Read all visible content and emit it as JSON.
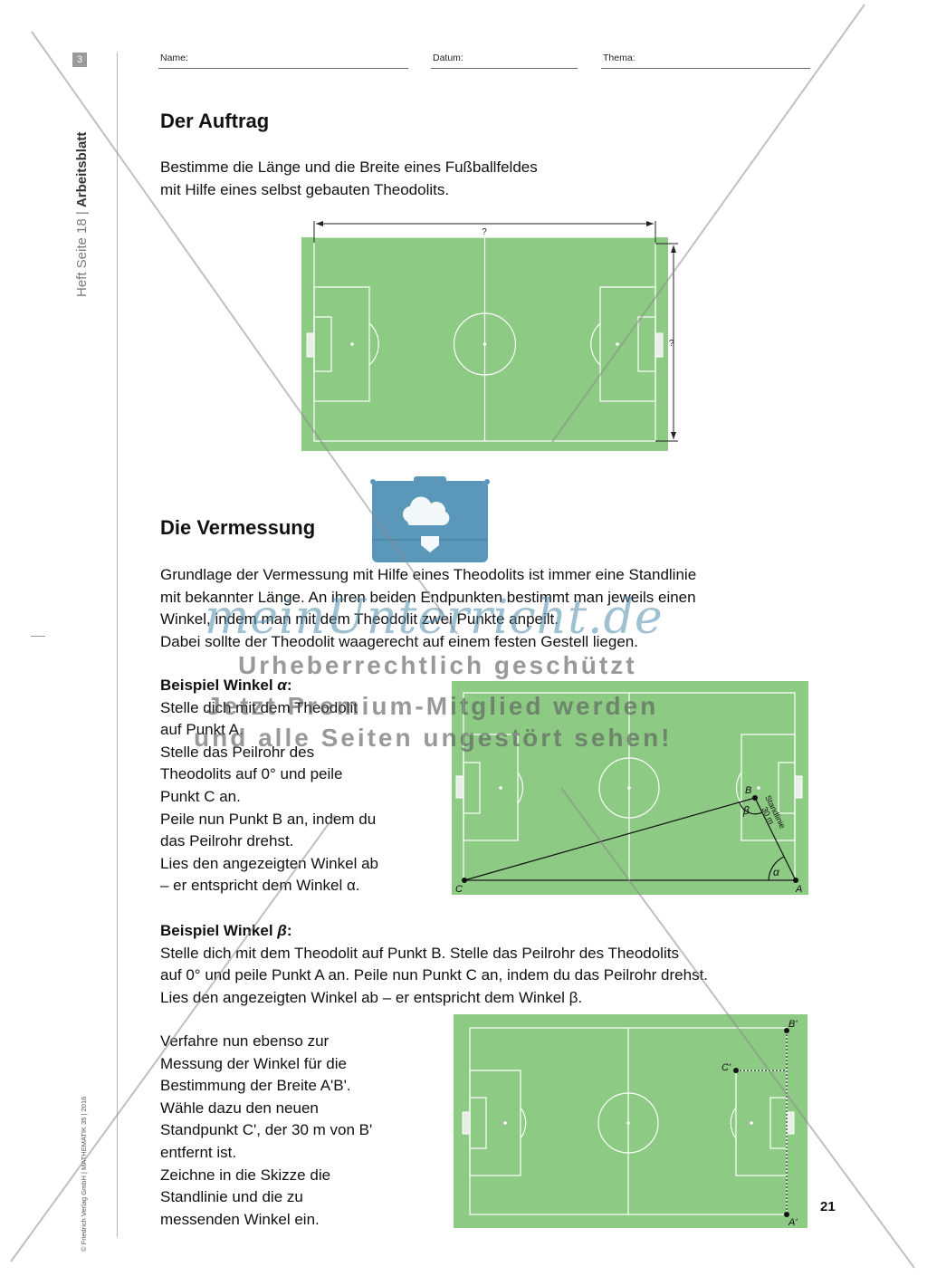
{
  "sidebar": {
    "chapter_number": "3",
    "title_prefix": "Heft Seite 18",
    "title_separator": "|",
    "title_main": "Arbeitsblatt",
    "copyright": "© Friedrich Verlag GmbH | MATHEMATIK 35 | 2016"
  },
  "header": {
    "name_label": "Name:",
    "date_label": "Datum:",
    "topic_label": "Thema:"
  },
  "section1": {
    "title": "Der Auftrag",
    "lines": [
      "Bestimme die Länge und die Breite eines Fußballfeldes",
      "mit Hilfe eines selbst gebauten Theodolits."
    ],
    "length_label": "?",
    "width_label": "?"
  },
  "section2": {
    "title": "Die Vermessung",
    "intro": [
      "Grundlage der Vermessung mit Hilfe eines Theodolits ist immer eine Standlinie",
      "mit bekannter Länge. An ihren beiden Endpunkten bestimmt man jeweils einen",
      "Winkel, indem man mit dem Theodolit zwei Punkte anpeilt.",
      "Dabei sollte der Theodolit waagerecht auf einem festen Gestell liegen."
    ]
  },
  "example_alpha": {
    "heading_text": "Beispiel Winkel ",
    "heading_symbol": "α",
    "heading_colon": ":",
    "lines": [
      "Stelle dich mit dem Theodolit",
      "auf Punkt A.",
      "Stelle das Peilrohr des",
      "Theodolits auf 0° und peile",
      "Punkt C an.",
      "Peile nun Punkt B an, indem du",
      "das Peilrohr drehst.",
      "Lies den angezeigten Winkel ab",
      "– er entspricht dem Winkel α."
    ],
    "diagram": {
      "point_a": "A",
      "point_b": "B",
      "point_c": "C",
      "angle_alpha": "α",
      "angle_beta": "β",
      "baseline_label": "Standlinie",
      "baseline_length": "30 m"
    }
  },
  "example_beta": {
    "heading_text": "Beispiel Winkel ",
    "heading_symbol": "β",
    "heading_colon": ":",
    "lines": [
      "Stelle dich mit dem Theodolit auf Punkt B. Stelle das Peilrohr des Theodolits",
      "auf 0° und peile Punkt A an. Peile nun Punkt C an, indem du das Peilrohr drehst.",
      "Lies den angezeigten Winkel ab – er entspricht dem Winkel β."
    ]
  },
  "task": {
    "lines": [
      "Verfahre nun ebenso zur",
      "Messung der Winkel für die",
      "Bestimmung der Breite A'B'.",
      "Wähle dazu den neuen",
      "Standpunkt C', der 30 m von B'",
      "entfernt ist.",
      "Zeichne in die Skizze die",
      "Standlinie und die zu",
      "messenden Winkel ein."
    ],
    "diagram": {
      "point_a_prime": "A'",
      "point_b_prime": "B'",
      "point_c_prime": "C'"
    }
  },
  "watermark": {
    "brand": "meinUnterricht.de",
    "line1": "Urheberrechtlich geschützt",
    "line2": "Jetzt Premium-Mitglied werden",
    "line3": "und alle Seiten ungestört sehen!"
  },
  "page_number": "21",
  "colors": {
    "pitch_green": "#8dca84",
    "pitch_line": "#ffffff",
    "watermark_blue": "#5b97b8",
    "sidebar_grey": "#9a9a9a"
  }
}
